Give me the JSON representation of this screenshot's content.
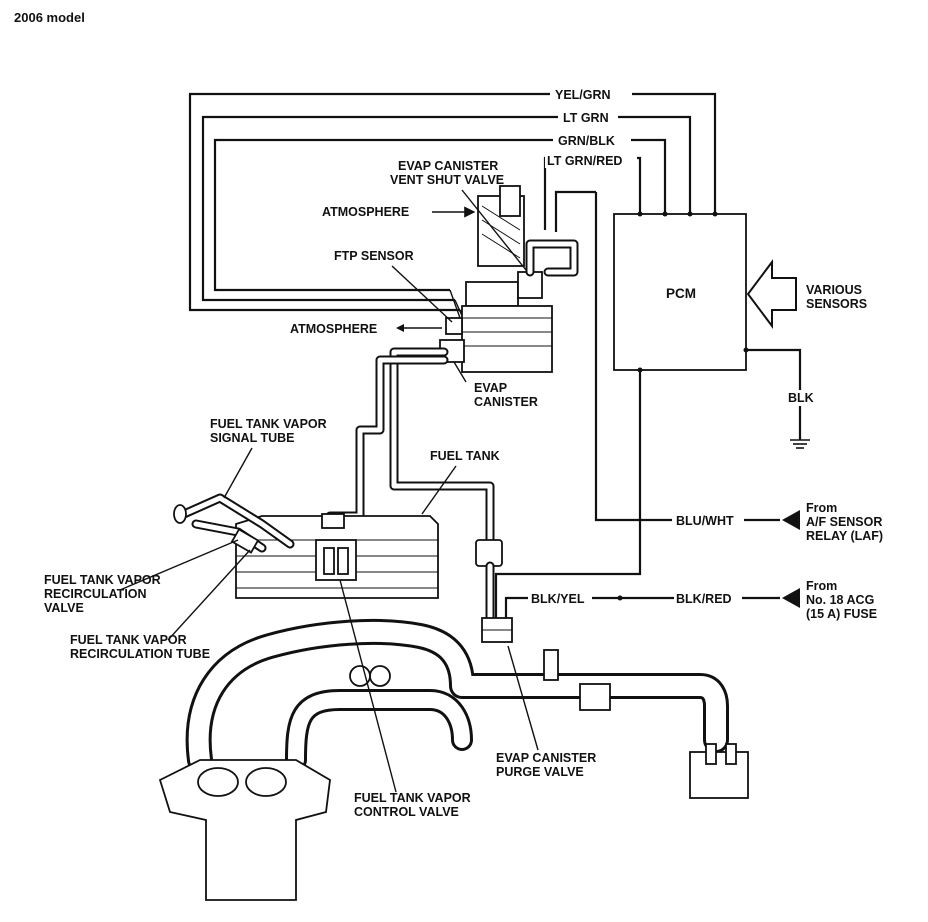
{
  "header": {
    "model_label": "2006 model"
  },
  "wires": {
    "yel_grn": "YEL/GRN",
    "lt_grn": "LT GRN",
    "grn_blk": "GRN/BLK",
    "lt_grn_red": "LT GRN/RED",
    "blk": "BLK",
    "blu_wht": "BLU/WHT",
    "blk_yel": "BLK/YEL",
    "blk_red": "BLK/RED"
  },
  "components": {
    "vent_shut_valve": [
      "EVAP CANISTER",
      "VENT SHUT VALVE"
    ],
    "atmosphere_top": "ATMOSPHERE",
    "ftp_sensor": "FTP SENSOR",
    "atmosphere_bottom": "ATMOSPHERE",
    "evap_canister": [
      "EVAP",
      "CANISTER"
    ],
    "pcm": "PCM",
    "various_sensors": [
      "VARIOUS",
      "SENSORS"
    ],
    "vapor_signal_tube": [
      "FUEL TANK VAPOR",
      "SIGNAL TUBE"
    ],
    "fuel_tank": "FUEL TANK",
    "recirc_valve": [
      "FUEL TANK VAPOR",
      "RECIRCULATION",
      "VALVE"
    ],
    "recirc_tube": [
      "FUEL TANK VAPOR",
      "RECIRCULATION TUBE"
    ],
    "af_sensor_relay": [
      "From",
      "A/F SENSOR",
      "RELAY (LAF)"
    ],
    "acg_fuse": [
      "From",
      "No. 18 ACG",
      "(15 A) FUSE"
    ],
    "purge_valve": [
      "EVAP CANISTER",
      "PURGE VALVE"
    ],
    "vapor_control_valve": [
      "FUEL TANK VAPOR",
      "CONTROL VALVE"
    ]
  }
}
